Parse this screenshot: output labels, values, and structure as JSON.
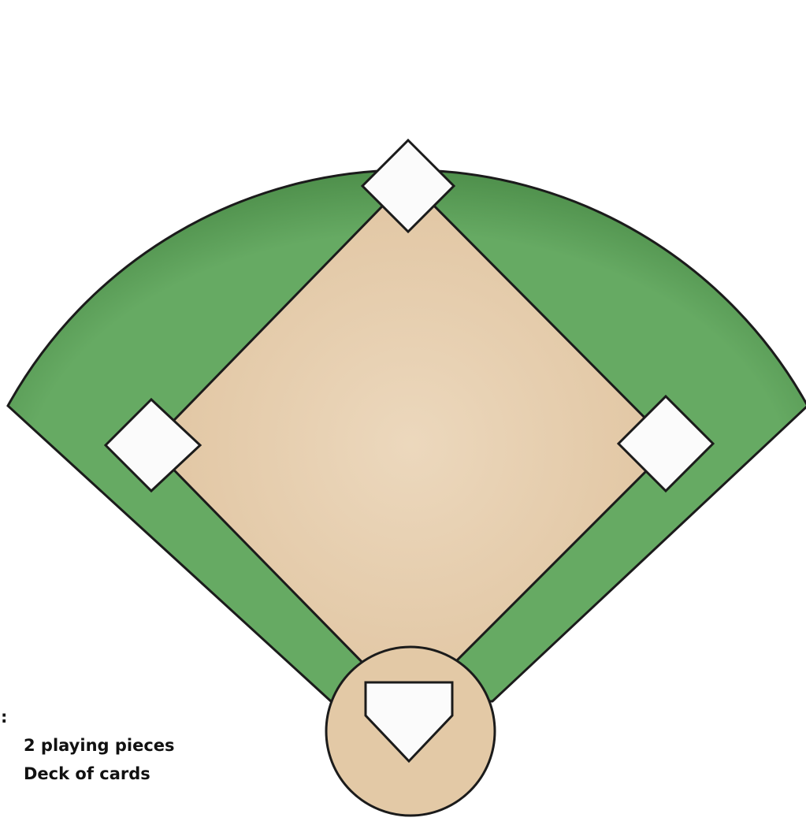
{
  "colors": {
    "grass": "#63a760",
    "grass_edge": "#3f7a3c",
    "dirt": "#e3c9a6",
    "dirt_center": "#ecd8bd",
    "base": "#fbfbfb",
    "outline": "#1b1b1b"
  },
  "bases": [
    {
      "name": "second-base",
      "icon": "base-square"
    },
    {
      "name": "third-base",
      "icon": "base-square"
    },
    {
      "name": "first-base",
      "icon": "base-square"
    },
    {
      "name": "home-plate",
      "icon": "home-plate-pentagon"
    }
  ],
  "materials": {
    "heading": "d:",
    "items": [
      "2 playing pieces",
      "Deck of cards"
    ]
  }
}
